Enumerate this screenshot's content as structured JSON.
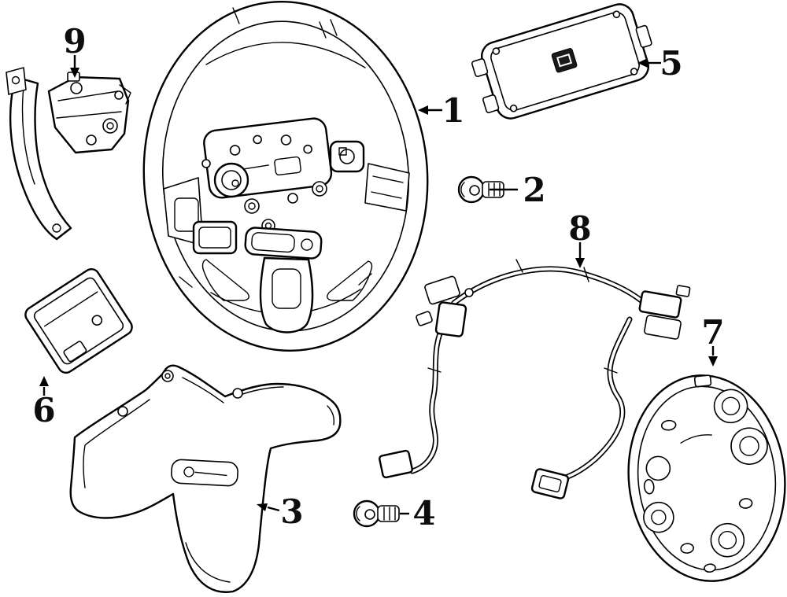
{
  "colors": {
    "background": "#ffffff",
    "line_art": "#000000",
    "emblem_fill": "#1a1a1a"
  },
  "diagram": {
    "description": "Exploded parts diagram of a vehicle steering wheel assembly",
    "callouts": [
      {
        "number": "1",
        "part": "steering-wheel"
      },
      {
        "number": "2",
        "part": "upper-mount-bolt"
      },
      {
        "number": "3",
        "part": "steering-wheel-back-cover"
      },
      {
        "number": "4",
        "part": "lower-mount-bolt"
      },
      {
        "number": "5",
        "part": "air-bag-module"
      },
      {
        "number": "6",
        "part": "switch-module"
      },
      {
        "number": "7",
        "part": "mounting-plate"
      },
      {
        "number": "8",
        "part": "wiring-harness"
      },
      {
        "number": "9",
        "part": "paddle-shifter-bracket"
      }
    ]
  }
}
